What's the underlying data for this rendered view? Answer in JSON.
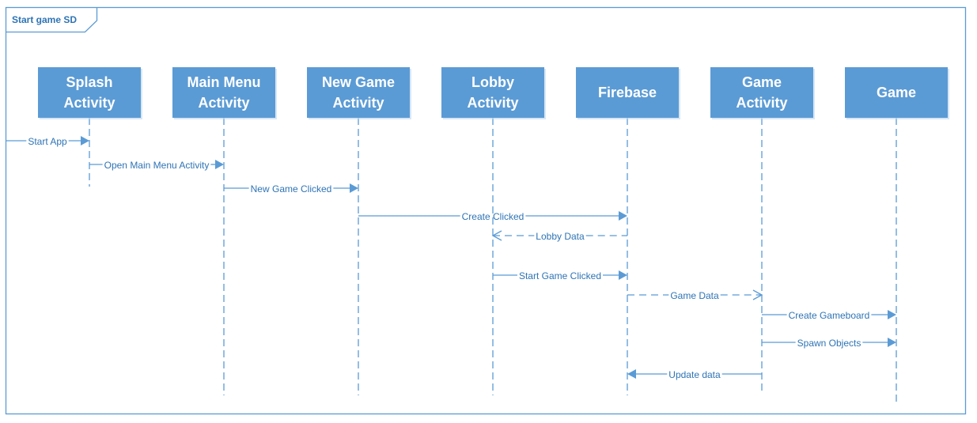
{
  "frame": {
    "label": "Start game SD"
  },
  "lifelines": [
    {
      "id": "splash",
      "name_lines": [
        "Splash",
        "Activity"
      ]
    },
    {
      "id": "mainmenu",
      "name_lines": [
        "Main Menu",
        "Activity"
      ]
    },
    {
      "id": "newgame",
      "name_lines": [
        "New Game",
        "Activity"
      ]
    },
    {
      "id": "lobby",
      "name_lines": [
        "Lobby",
        "Activity"
      ]
    },
    {
      "id": "firebase",
      "name_lines": [
        "Firebase"
      ]
    },
    {
      "id": "gameactivity",
      "name_lines": [
        "Game",
        "Activity"
      ]
    },
    {
      "id": "game",
      "name_lines": [
        "Game"
      ]
    }
  ],
  "messages": [
    {
      "label": "Start App",
      "from": null,
      "to": "splash",
      "style": "solid"
    },
    {
      "label": "Open Main Menu Activity",
      "from": "splash",
      "to": "mainmenu",
      "style": "solid"
    },
    {
      "label": "New Game Clicked",
      "from": "mainmenu",
      "to": "newgame",
      "style": "solid"
    },
    {
      "label": "Create Clicked",
      "from": "newgame",
      "to": "firebase",
      "style": "solid"
    },
    {
      "label": "Lobby Data",
      "from": "firebase",
      "to": "lobby",
      "style": "dashed"
    },
    {
      "label": "Start Game Clicked",
      "from": "lobby",
      "to": "firebase",
      "style": "solid"
    },
    {
      "label": "Game Data",
      "from": "firebase",
      "to": "gameactivity",
      "style": "dashed"
    },
    {
      "label": "Create Gameboard",
      "from": "gameactivity",
      "to": "game",
      "style": "solid"
    },
    {
      "label": "Spawn Objects",
      "from": "gameactivity",
      "to": "game",
      "style": "solid"
    },
    {
      "label": "Update data",
      "from": "gameactivity",
      "to": "firebase",
      "style": "solid"
    }
  ],
  "colors": {
    "header_fill": "#5B9BD5",
    "line": "#5B9BD5",
    "text": "#2E74B5",
    "frame": "#5B9BD5"
  }
}
